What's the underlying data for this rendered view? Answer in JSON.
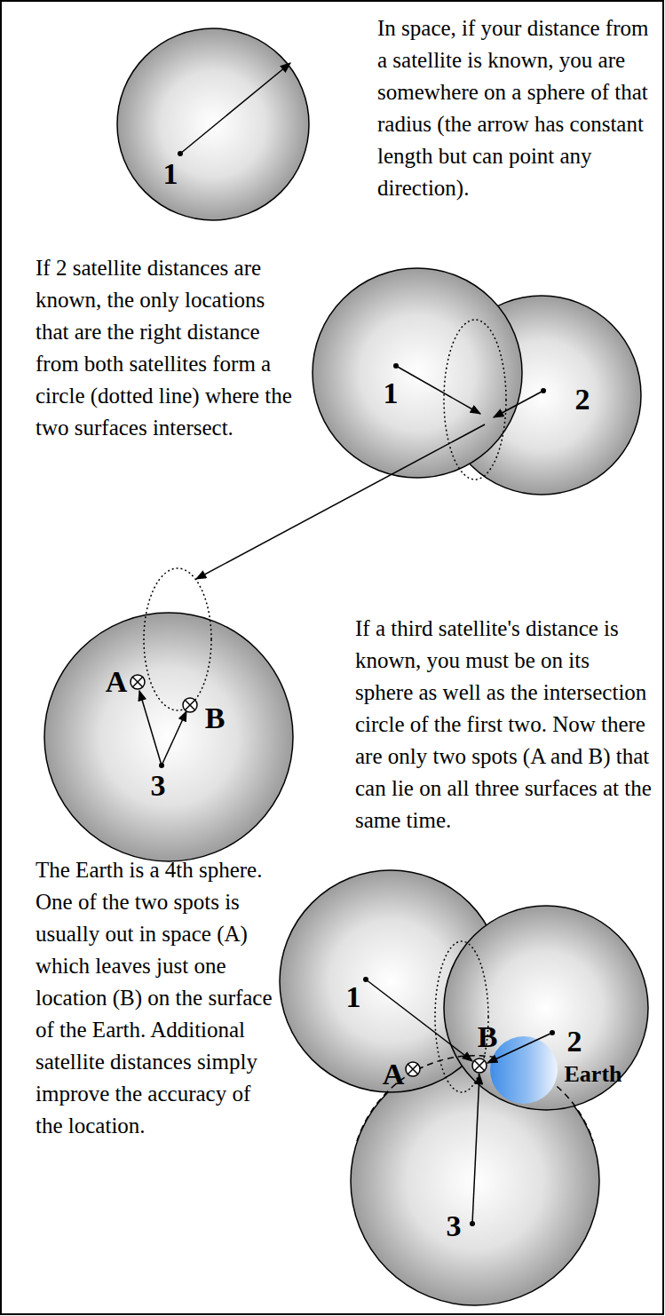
{
  "diagram": {
    "labels": [
      "In space, if your distance from a satellite is known, you are somewhere on a sphere of that radius (the arrow has constant length but can point any direction).",
      "1",
      "If 2 satellite distances are known, the only locations that are the right distance from both satellites form a circle (dotted line) where the two surfaces intersect.",
      "1",
      "2",
      "If a third satellite's distance is known, you must be on its sphere as well as the intersection circle of the first two.  Now there are only two spots (A and B) that can lie on all three surfaces at the same time.",
      "A",
      "B",
      "3",
      "The Earth is a 4th sphere.  One of the two spots is usually out in space (A) which leaves just one location (B) on the surface of the Earth.  Additional satellite distances simply improve the accuracy of the location.",
      "1",
      "B",
      "2",
      "A",
      "Earth",
      "3"
    ]
  }
}
